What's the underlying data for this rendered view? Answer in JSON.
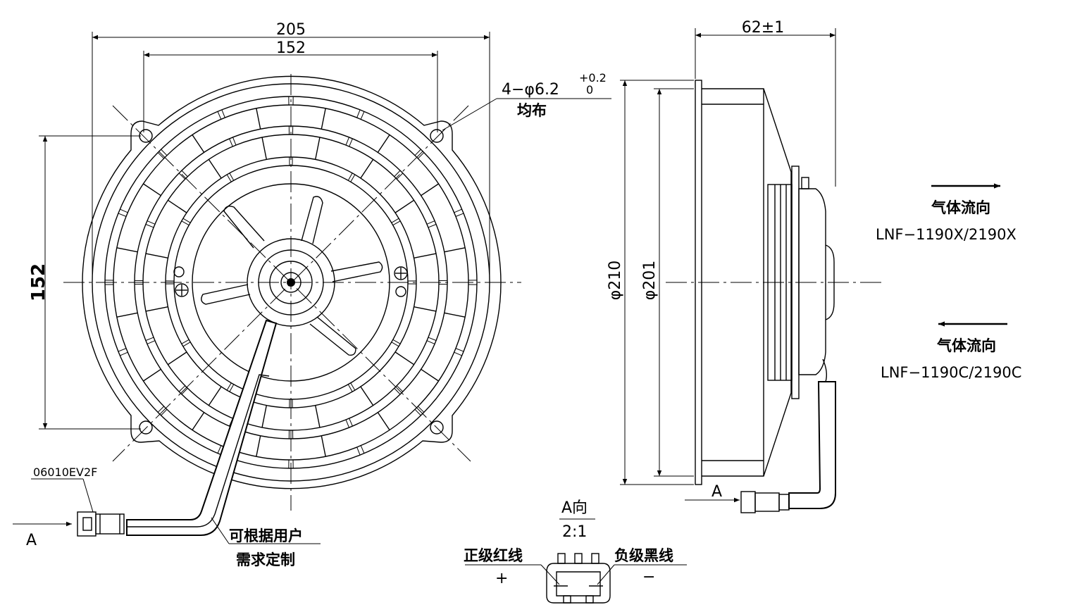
{
  "dimensions": {
    "overall_width": "205",
    "hole_spacing_horizontal": "152",
    "hole_spacing_vertical": "152",
    "depth": "62±1",
    "diameter_outer": "φ210",
    "diameter_inner": "φ201"
  },
  "holes": {
    "spec_main": "4−φ6.2",
    "tol_upper": "+0.2",
    "tol_lower": "0",
    "note": "均布"
  },
  "connector": {
    "part_number": "06010EV2F",
    "view_arrow_label": "A",
    "side_view_arrow_label": "A"
  },
  "cable_note": {
    "line1": "可根据用户",
    "line2": "需求定制"
  },
  "airflow": {
    "top_label": "气体流向",
    "top_models": "LNF−1190X/2190X",
    "bottom_label": "气体流向",
    "bottom_models": "LNF−1190C/2190C"
  },
  "detail_view": {
    "title": "A向",
    "scale": "2:1",
    "positive_label": "正级红线",
    "positive_sign": "+",
    "negative_label": "负级黑线",
    "negative_sign": "−"
  }
}
